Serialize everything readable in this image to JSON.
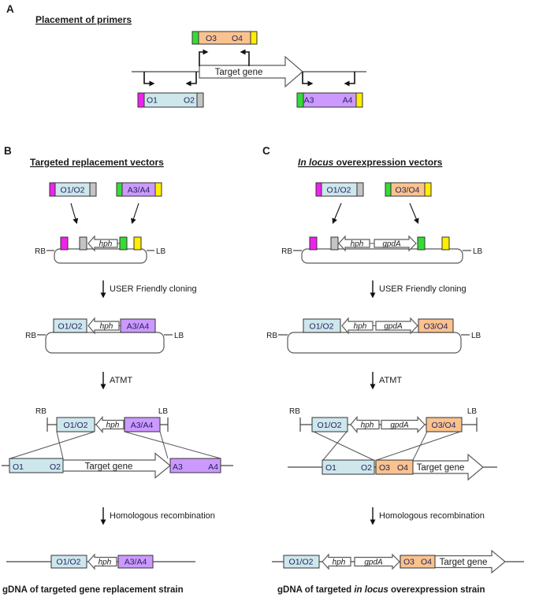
{
  "colors": {
    "magenta": "#EE22EE",
    "light_blue": "#CEE7ED",
    "gray": "#C4C4C4",
    "green": "#35DC35",
    "yellow": "#FFEE00",
    "purple": "#CC99FF",
    "orange": "#FAC28E",
    "white": "#FFFFFF"
  },
  "panel_a": {
    "label": "A",
    "title": "Placement of primers",
    "o3": "O3",
    "o4": "O4",
    "target_gene": "Target gene",
    "o1": "O1",
    "o2": "O2",
    "a3": "A3",
    "a4": "A4"
  },
  "panel_b": {
    "label": "B",
    "title": "Targeted replacement vectors",
    "cassette_o1o2": "O1/O2",
    "cassette_a3a4": "A3/A4",
    "step_cloning": "USER Friendly cloning",
    "step_atmt": "ATMT",
    "step_recombination": "Homologous recombination",
    "vector1": {
      "rb": "RB",
      "lb": "LB",
      "hph": "hph"
    },
    "vector2": {
      "rb": "RB",
      "lb": "LB",
      "o1o2": "O1/O2",
      "hph": "hph",
      "a3a4": "A3/A4"
    },
    "tdna": {
      "rb": "RB",
      "lb": "LB",
      "o1o2": "O1/O2",
      "hph": "hph",
      "a3a4": "A3/A4"
    },
    "genomic": {
      "o1": "O1",
      "o2": "O2",
      "target_gene": "Target gene",
      "a3": "A3",
      "a4": "A4"
    },
    "result": {
      "o1o2": "O1/O2",
      "hph": "hph",
      "a3a4": "A3/A4"
    },
    "caption": "gDNA of targeted gene replacement strain"
  },
  "panel_c": {
    "label": "C",
    "title_italic": "In locus",
    "title_rest": " overexpression vectors",
    "cassette_o1o2": "O1/O2",
    "cassette_o3o4": "O3/O4",
    "step_cloning": "USER Friendly cloning",
    "step_atmt": "ATMT",
    "step_recombination": "Homologous recombination",
    "vector1": {
      "rb": "RB",
      "lb": "LB",
      "hph": "hph",
      "gpda": "gpdA"
    },
    "vector2": {
      "rb": "RB",
      "lb": "LB",
      "o1o2": "O1/O2",
      "hph": "hph",
      "gpda": "gpdA",
      "o3o4": "O3/O4"
    },
    "tdna": {
      "rb": "RB",
      "lb": "LB",
      "o1o2": "O1/O2",
      "hph": "hph",
      "gpda": "gpdA",
      "o3o4": "O3/O4"
    },
    "genomic": {
      "o1": "O1",
      "o2": "O2",
      "o3": "O3",
      "o4": "O4",
      "target_gene": "Target gene"
    },
    "result": {
      "o1o2": "O1/O2",
      "hph": "hph",
      "gpda": "gpdA",
      "o3": "O3",
      "o4": "O4",
      "target_gene": "Target gene"
    },
    "caption_pre": "gDNA of targeted ",
    "caption_italic": "in locus",
    "caption_post": " overexpression strain"
  }
}
